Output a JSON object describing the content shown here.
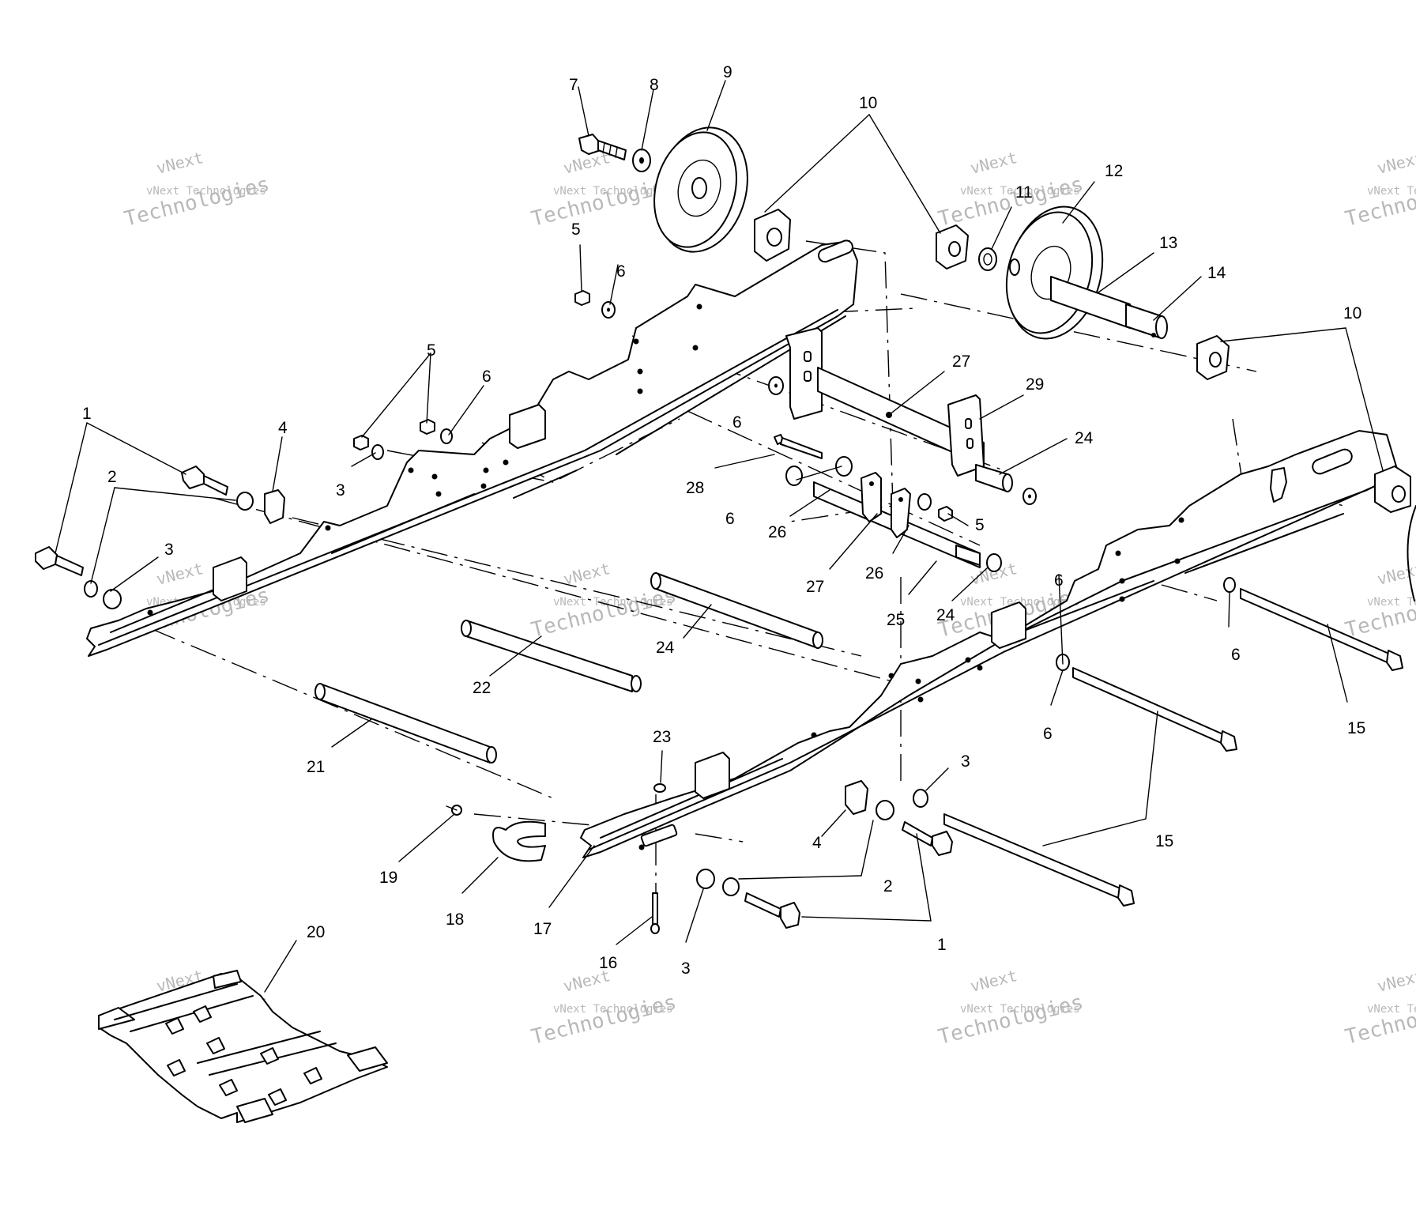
{
  "diagram": {
    "callouts": [
      "1",
      "2",
      "3",
      "4",
      "5",
      "6",
      "7",
      "8",
      "9",
      "10",
      "11",
      "12",
      "13",
      "14",
      "15",
      "16",
      "17",
      "18",
      "19",
      "20",
      "21",
      "22",
      "23",
      "24",
      "25",
      "26",
      "27",
      "28",
      "29"
    ],
    "watermark": {
      "line1": "vNext",
      "line2": "vNext Technologies",
      "line3": "Technologies"
    }
  }
}
